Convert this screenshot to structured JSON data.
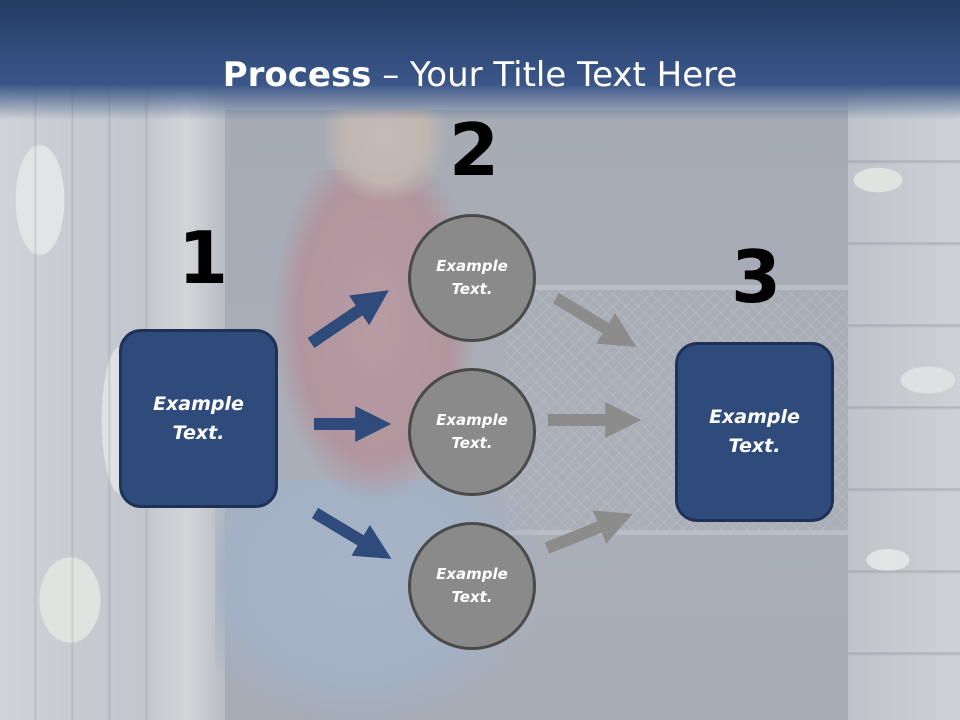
{
  "title": {
    "bold": "Process",
    "rest": " – Your Title Text Here"
  },
  "steps": [
    {
      "number": "1",
      "label": "Example\nText."
    },
    {
      "number": "2",
      "items": [
        "Example\nText.",
        "Example\nText.",
        "Example\nText."
      ]
    },
    {
      "number": "3",
      "label": "Example\nText."
    }
  ],
  "colors": {
    "header": "#2f4a78",
    "box_fill": "#2f4b7c",
    "circle_fill": "#8a8a8a",
    "arrow_blue": "#2f4b7c",
    "arrow_gray": "#8c8c8c"
  }
}
